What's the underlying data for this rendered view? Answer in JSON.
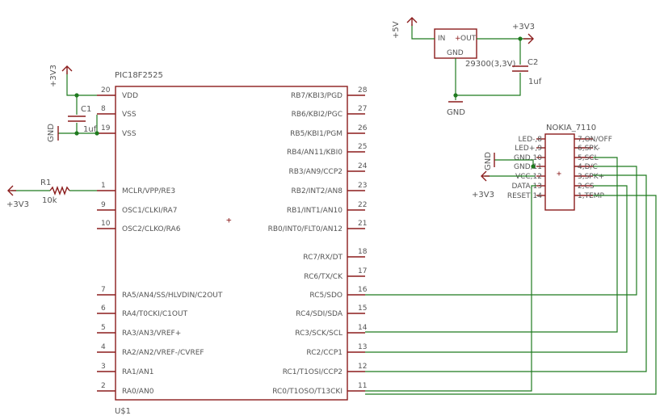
{
  "mcu": {
    "part": "PIC18F2525",
    "ref": "U$1",
    "left_pins": [
      {
        "num": "20",
        "name": "VDD"
      },
      {
        "num": "8",
        "name": "VSS"
      },
      {
        "num": "19",
        "name": "VSS"
      },
      {
        "num": "1",
        "name": "MCLR/VPP/RE3"
      },
      {
        "num": "9",
        "name": "OSC1/CLKI/RA7"
      },
      {
        "num": "10",
        "name": "OSC2/CLKO/RA6"
      },
      {
        "num": "7",
        "name": "RA5/AN4/SS/HLVDIN/C2OUT"
      },
      {
        "num": "6",
        "name": "RA4/T0CKI/C1OUT"
      },
      {
        "num": "5",
        "name": "RA3/AN3/VREF+"
      },
      {
        "num": "4",
        "name": "RA2/AN2/VREF-/CVREF"
      },
      {
        "num": "3",
        "name": "RA1/AN1"
      },
      {
        "num": "2",
        "name": "RA0/AN0"
      }
    ],
    "right_pins": [
      {
        "num": "28",
        "name": "RB7/KBI3/PGD"
      },
      {
        "num": "27",
        "name": "RB6/KBI2/PGC"
      },
      {
        "num": "26",
        "name": "RB5/KBI1/PGM"
      },
      {
        "num": "25",
        "name": "RB4/AN11/KBI0"
      },
      {
        "num": "24",
        "name": "RB3/AN9/CCP2"
      },
      {
        "num": "23",
        "name": "RB2/INT2/AN8"
      },
      {
        "num": "22",
        "name": "RB1/INT1/AN10"
      },
      {
        "num": "21",
        "name": "RB0/INT0/FLT0/AN12"
      },
      {
        "num": "18",
        "name": "RC7/RX/DT"
      },
      {
        "num": "17",
        "name": "RC6/TX/CK"
      },
      {
        "num": "16",
        "name": "RC5/SDO"
      },
      {
        "num": "15",
        "name": "RC4/SDI/SDA"
      },
      {
        "num": "14",
        "name": "RC3/SCK/SCL"
      },
      {
        "num": "13",
        "name": "RC2/CCP1"
      },
      {
        "num": "12",
        "name": "RC1/T1OSI/CCP2"
      },
      {
        "num": "11",
        "name": "RC0/T1OSO/T13CKI"
      }
    ]
  },
  "lcd": {
    "name": "NOKIA_7110",
    "left_pins": [
      "LED-,8",
      "LED+,9",
      "GND,10",
      "GND,11",
      "VCC,12",
      "DATA,13",
      "RESET,14"
    ],
    "right_pins": [
      "7,ON/OFF",
      "6,SPK-",
      "5,SCL",
      "4,D/C",
      "3,SPK+",
      "2,CS",
      "1,TEMP"
    ]
  },
  "regulator": {
    "in_label": "IN",
    "out_label": "OUT",
    "gnd_label": "GND",
    "value": "29300(3,3V)"
  },
  "c1": {
    "ref": "C1",
    "value": "1uf"
  },
  "c2": {
    "ref": "C2",
    "value": "1uf"
  },
  "r1": {
    "ref": "R1",
    "value": "10k"
  },
  "supplies": {
    "v5": "+5V",
    "v33_reg": "+3V3",
    "v33_vdd": "+3V3",
    "v33_mclr": "+3V3",
    "v33_lcd": "+3V3",
    "gnd_left": "GND",
    "gnd_reg": "GND",
    "gnd_lcd": "GND"
  },
  "colors": {
    "symbol": "#8b1c1c",
    "wire": "#1f7a1f",
    "text": "#555555"
  }
}
